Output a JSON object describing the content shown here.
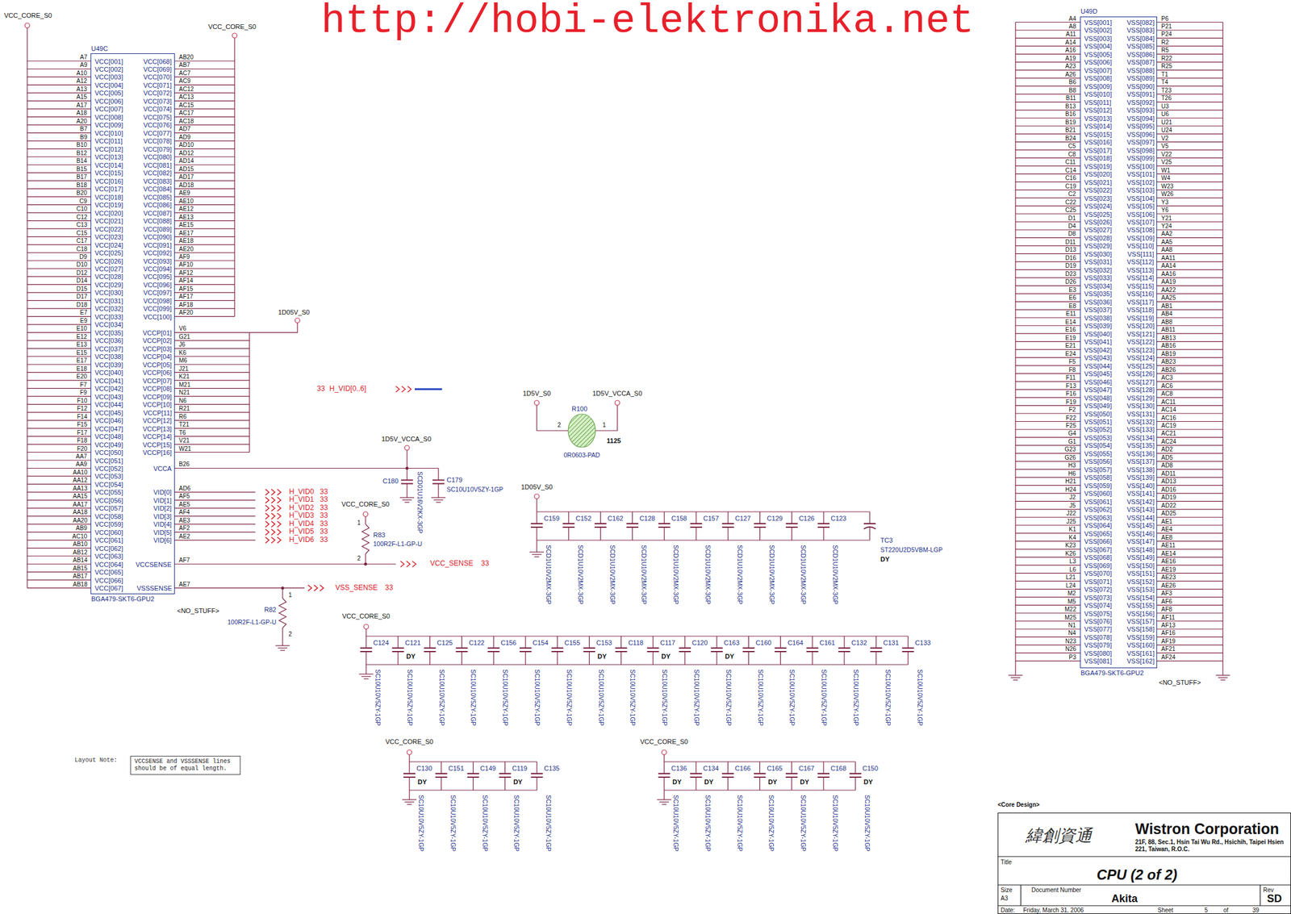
{
  "diagram": {
    "nodes": [
      {
        "text": [
          "U49C",
          "VCC[001]",
          "VCC[002]",
          "VCC[003]",
          "VCC[004]",
          "VCC[005]",
          "VCC[006]",
          "VCC[007]",
          "VCC[008]",
          "VCC[009]",
          "VCC[010]",
          "VCC[011]",
          "VCC[012]",
          "VCC[013]",
          "VCC[014]",
          "VCC[015]",
          "VCC[016]",
          "VCC[017]",
          "VCC[018]",
          "VCC[019]",
          "VCC[020]",
          "VCC[021]",
          "VCC[022]",
          "VCC[023]",
          "VCC[024]",
          "VCC[025]",
          "VCC[026]",
          "VCC[027]",
          "VCC[028]",
          "VCC[029]",
          "VCC[030]",
          "VCC[031]",
          "VCC[032]",
          "VCC[033]",
          "VCC[034]",
          "VCC[035]",
          "VCC[036]",
          "VCC[037]",
          "VCC[038]",
          "VCC[039]",
          "VCC[040]",
          "VCC[041]",
          "VCC[042]",
          "VCC[043]",
          "VCC[044]",
          "VCC[045]",
          "VCC[046]",
          "VCC[047]",
          "VCC[048]",
          "VCC[049]",
          "VCC[050]",
          "VCC[051]",
          "VCC[052]",
          "VCC[053]",
          "VCC[054]",
          "VCC[055]",
          "VCC[056]",
          "VCC[057]",
          "VCC[058]",
          "VCC[059]",
          "VCC[060]",
          "VCC[061]",
          "VCC[062]",
          "VCC[063]",
          "VCC[064]",
          "VCC[065]",
          "VCC[066]",
          "VCC[067]",
          "VCC[068]",
          "VCC[069]",
          "VCC[070]",
          "VCC[071]",
          "VCC[072]",
          "VCC[073]",
          "VCC[074]",
          "VCC[075]",
          "VCC[076]",
          "VCC[077]",
          "VCC[078]",
          "VCC[079]",
          "VCC[080]",
          "VCC[081]",
          "VCC[082]",
          "VCC[083]",
          "VCC[084]",
          "VCC[085]",
          "VCC[086]",
          "VCC[087]",
          "VCC[088]",
          "VCC[089]",
          "VCC[090]",
          "VCC[091]",
          "VCC[092]",
          "VCC[093]",
          "VCC[094]",
          "VCC[095]",
          "VCC[096]",
          "VCC[097]",
          "VCC[098]",
          "VCC[099]",
          "VCC[100]",
          "VCCP[01]",
          "VCCP[02]",
          "VCCP[03]",
          "VCCP[04]",
          "VCCP[05]",
          "VCCP[06]",
          "VCCP[07]",
          "VCCP[08]",
          "VCCP[09]",
          "VCCP[10]",
          "VCCP[11]",
          "VCCP[12]",
          "VCCP[13]",
          "VCCP[14]",
          "VCCP[15]",
          "VCCP[16]",
          "VCCA",
          "VID[0]",
          "VID[1]",
          "VID[2]",
          "VID[3]",
          "VID[4]",
          "VID[5]",
          "VID[6]",
          "VCCSENSE",
          "VSSSENSE",
          "BGA479-SKT6-GPU2"
        ]
      },
      {
        "text": [
          "U49D",
          "VSS[001]",
          "VSS[002]",
          "VSS[003]",
          "VSS[004]",
          "VSS[005]",
          "VSS[006]",
          "VSS[007]",
          "VSS[008]",
          "VSS[009]",
          "VSS[010]",
          "VSS[011]",
          "VSS[012]",
          "VSS[013]",
          "VSS[014]",
          "VSS[015]",
          "VSS[016]",
          "VSS[017]",
          "VSS[018]",
          "VSS[019]",
          "VSS[020]",
          "VSS[021]",
          "VSS[022]",
          "VSS[023]",
          "VSS[024]",
          "VSS[025]",
          "VSS[026]",
          "VSS[027]",
          "VSS[028]",
          "VSS[029]",
          "VSS[030]",
          "VSS[031]",
          "VSS[032]",
          "VSS[033]",
          "VSS[034]",
          "VSS[035]",
          "VSS[036]",
          "VSS[037]",
          "VSS[038]",
          "VSS[039]",
          "VSS[040]",
          "VSS[041]",
          "VSS[042]",
          "VSS[043]",
          "VSS[044]",
          "VSS[045]",
          "VSS[046]",
          "VSS[047]",
          "VSS[048]",
          "VSS[049]",
          "VSS[050]",
          "VSS[051]",
          "VSS[052]",
          "VSS[053]",
          "VSS[054]",
          "VSS[055]",
          "VSS[056]",
          "VSS[057]",
          "VSS[058]",
          "VSS[059]",
          "VSS[060]",
          "VSS[061]",
          "VSS[062]",
          "VSS[063]",
          "VSS[064]",
          "VSS[065]",
          "VSS[066]",
          "VSS[067]",
          "VSS[068]",
          "VSS[069]",
          "VSS[070]",
          "VSS[071]",
          "VSS[072]",
          "VSS[073]",
          "VSS[074]",
          "VSS[075]",
          "VSS[076]",
          "VSS[077]",
          "VSS[078]",
          "VSS[079]",
          "VSS[080]",
          "VSS[081]",
          "VSS[082]",
          "VSS[083]",
          "VSS[084]",
          "VSS[085]",
          "VSS[086]",
          "VSS[087]",
          "VSS[088]",
          "VSS[089]",
          "VSS[090]",
          "VSS[091]",
          "VSS[092]",
          "VSS[093]",
          "VSS[094]",
          "VSS[095]",
          "VSS[096]",
          "VSS[097]",
          "VSS[098]",
          "VSS[099]",
          "VSS[100]",
          "VSS[101]",
          "VSS[102]",
          "VSS[103]",
          "VSS[104]",
          "VSS[105]",
          "VSS[106]",
          "VSS[107]",
          "VSS[108]",
          "VSS[109]",
          "VSS[110]",
          "VSS[111]",
          "VSS[112]",
          "VSS[113]",
          "VSS[114]",
          "VSS[115]",
          "VSS[116]",
          "VSS[117]",
          "VSS[118]",
          "VSS[119]",
          "VSS[120]",
          "VSS[121]",
          "VSS[122]",
          "VSS[123]",
          "VSS[124]",
          "VSS[125]",
          "VSS[126]",
          "VSS[127]",
          "VSS[128]",
          "VSS[129]",
          "VSS[130]",
          "VSS[131]",
          "VSS[132]",
          "VSS[133]",
          "VSS[134]",
          "VSS[135]",
          "VSS[136]",
          "VSS[137]",
          "VSS[138]",
          "VSS[139]",
          "VSS[140]",
          "VSS[141]",
          "VSS[142]",
          "VSS[143]",
          "VSS[144]",
          "VSS[145]",
          "VSS[146]",
          "VSS[147]",
          "VSS[148]",
          "VSS[149]",
          "VSS[150]",
          "VSS[151]",
          "VSS[152]",
          "VSS[153]",
          "VSS[154]",
          "VSS[155]",
          "VSS[156]",
          "VSS[157]",
          "VSS[158]",
          "VSS[159]",
          "VSS[160]",
          "VSS[161]",
          "VSS[162]",
          "BGA479-SKT6-GPU2"
        ]
      },
      {
        "text": [
          "VCCSENSE and VSSSENSE lines should be of equal length."
        ]
      },
      {
        "text": [
          "緯創資通",
          "Wistron Corporation",
          "21F, 88, Sec.1, Hsin Tai Wu Rd., Hsichih, Taipei Hsien 221, Taiwan, R.O.C.",
          "Title",
          "CPU (2 of 2)",
          "Size",
          "A3",
          "Document Number",
          "Akita",
          "Rev",
          "SD",
          "Date:",
          "Friday, March 31, 2006",
          "Sheet",
          "5",
          "of",
          "39"
        ]
      }
    ],
    "labels": [
      "http://hobi-elektronika.net",
      "VCC_CORE_S0",
      "VCC_CORE_S0",
      "A7",
      "A9",
      "A10",
      "A12",
      "A13",
      "A15",
      "A17",
      "A18",
      "A20",
      "B7",
      "B9",
      "B10",
      "B12",
      "B14",
      "B15",
      "B17",
      "B18",
      "B20",
      "C9",
      "C10",
      "C12",
      "C13",
      "C15",
      "C17",
      "C18",
      "D9",
      "D10",
      "D12",
      "D14",
      "D15",
      "D17",
      "D18",
      "E7",
      "E9",
      "E10",
      "E12",
      "E13",
      "E15",
      "E17",
      "E18",
      "E20",
      "F7",
      "F9",
      "F10",
      "F12",
      "F14",
      "F15",
      "F17",
      "F18",
      "F20",
      "AA7",
      "AA9",
      "AA10",
      "AA12",
      "AA13",
      "AA15",
      "AA17",
      "AA18",
      "AA20",
      "AB9",
      "AC10",
      "AB10",
      "AB12",
      "AB14",
      "AB15",
      "AB17",
      "AB18",
      "AB20",
      "AB7",
      "AC7",
      "AC9",
      "AC12",
      "AC13",
      "AC15",
      "AC17",
      "AC18",
      "AD7",
      "AD9",
      "AD10",
      "AD12",
      "AD14",
      "AD15",
      "AD17",
      "AD18",
      "AE9",
      "AE10",
      "AE12",
      "AE13",
      "AE15",
      "AE17",
      "AE18",
      "AE20",
      "AF9",
      "AF10",
      "AF12",
      "AF14",
      "AF15",
      "AF17",
      "AF18",
      "AF20",
      "V6",
      "G21",
      "J6",
      "K6",
      "M6",
      "J21",
      "K21",
      "M21",
      "N21",
      "N6",
      "R21",
      "R6",
      "T21",
      "T6",
      "V21",
      "W21",
      "B26",
      "AD6",
      "AF5",
      "AE5",
      "AF4",
      "AE3",
      "AF2",
      "AE2",
      "AF7",
      "AE7",
      "1D05V_S0",
      "33",
      "H_VID[0..6]",
      "H_VID0",
      "33",
      "H_VID1",
      "33",
      "H_VID2",
      "33",
      "H_VID3",
      "33",
      "H_VID4",
      "33",
      "H_VID5",
      "33",
      "H_VID6",
      "33",
      "VCC_SENSE",
      "33",
      "VSS_SENSE",
      "33",
      "VCC_CORE_S0",
      "1",
      "R83",
      "100R2F-L1-GP-U",
      "2",
      "<NO_STUFF>",
      "1",
      "R82",
      "100R2F-L1-GP-U",
      "2",
      "1D5V_VCCA_S0",
      "C180",
      "SCD01U16V2KX-3GP",
      "C179",
      "SC10U10V5ZY-1GP",
      "1D5V_S0",
      "1D5V_VCCA_S0",
      "R100",
      "2",
      "1",
      "0R0603-PAD",
      "1125",
      "1D05V_S0",
      "C159",
      "SCD1U10V2MX-3GP",
      "C152",
      "SCD1U10V2MX-3GP",
      "C162",
      "SCD1U10V2MX-3GP",
      "C128",
      "SCD1U10V2MX-3GP",
      "C158",
      "SCD1U10V2MX-3GP",
      "C157",
      "SCD1U10V2MX-3GP",
      "C127",
      "SCD1U10V2MX-3GP",
      "C129",
      "SCD1U10V2MX-3GP",
      "C126",
      "SCD1U10V2MX-3GP",
      "C123",
      "SCD1U10V2MX-3GP",
      "TC3",
      "ST220U2D5VBM-LGP",
      "DY",
      "VCC_CORE_S0",
      "C124",
      "SC10U10V5ZY-1GP",
      "C121",
      "DY",
      "SC10U10V5ZY-1GP",
      "C125",
      "SC10U10V5ZY-1GP",
      "C122",
      "SC10U10V5ZY-1GP",
      "C156",
      "SC10U10V5ZY-1GP",
      "C154",
      "SC10U10V5ZY-1GP",
      "C155",
      "SC10U10V5ZY-1GP",
      "C153",
      "DY",
      "SC10U10V5ZY-1GP",
      "C118",
      "SC10U10V5ZY-1GP",
      "C117",
      "DY",
      "SC10U10V5ZY-1GP",
      "C120",
      "SC10U10V5ZY-1GP",
      "C163",
      "DY",
      "SC10U10V5ZY-1GP",
      "C160",
      "SC10U10V5ZY-1GP",
      "C164",
      "SC10U10V5ZY-1GP",
      "C161",
      "SC10U10V5ZY-1GP",
      "C132",
      "SC10U10V5ZY-1GP",
      "C131",
      "SC10U10V5ZY-1GP",
      "C133",
      "SC10U10V5ZY-1GP",
      "VCC_CORE_S0",
      "C130",
      "DY",
      "SC10U10V5ZY-1GP",
      "C151",
      "SC10U10V5ZY-1GP",
      "C149",
      "SC10U10V5ZY-1GP",
      "C119",
      "DY",
      "SC10U10V5ZY-1GP",
      "C135",
      "SC10U10V5ZY-1GP",
      "VCC_CORE_S0",
      "C136",
      "DY",
      "SC10U10V5ZY-1GP",
      "C134",
      "DY",
      "SC10U10V5ZY-1GP",
      "C166",
      "SC10U10V5ZY-1GP",
      "C165",
      "DY",
      "SC10U10V5ZY-1GP",
      "C167",
      "DY",
      "SC10U10V5ZY-1GP",
      "C168",
      "SC10U10V5ZY-1GP",
      "C150",
      "DY",
      "SC10U10V5ZY-1GP",
      "Layout Note:",
      "A4",
      "A8",
      "A11",
      "A14",
      "A16",
      "A19",
      "A23",
      "A26",
      "B6",
      "B8",
      "B11",
      "B13",
      "B16",
      "B19",
      "B21",
      "B24",
      "C5",
      "C8",
      "C11",
      "C14",
      "C16",
      "C19",
      "C2",
      "C22",
      "C25",
      "D1",
      "D4",
      "D8",
      "D11",
      "D13",
      "D16",
      "D19",
      "D23",
      "D26",
      "E3",
      "E6",
      "E8",
      "E11",
      "E14",
      "E16",
      "E19",
      "E21",
      "E24",
      "F5",
      "F8",
      "F11",
      "F13",
      "F16",
      "F19",
      "F2",
      "F22",
      "F25",
      "G4",
      "G1",
      "G23",
      "G26",
      "H3",
      "H6",
      "H21",
      "H24",
      "J2",
      "J5",
      "J22",
      "J25",
      "K1",
      "K4",
      "K23",
      "K26",
      "L3",
      "L6",
      "L21",
      "L24",
      "M2",
      "M5",
      "M22",
      "M25",
      "N1",
      "N4",
      "N23",
      "N26",
      "P3",
      "P6",
      "P21",
      "P24",
      "R2",
      "R5",
      "R22",
      "R25",
      "T1",
      "T4",
      "T23",
      "T26",
      "U3",
      "U6",
      "U21",
      "U24",
      "V2",
      "V5",
      "V22",
      "V25",
      "W1",
      "W4",
      "W23",
      "W26",
      "Y3",
      "Y6",
      "Y21",
      "Y24",
      "AA2",
      "AA5",
      "AA8",
      "AA11",
      "AA14",
      "AA16",
      "AA19",
      "AA22",
      "AA25",
      "AB1",
      "AB4",
      "AB8",
      "AB11",
      "AB13",
      "AB16",
      "AB19",
      "AB23",
      "AB26",
      "AC3",
      "AC6",
      "AC8",
      "AC11",
      "AC14",
      "AC16",
      "AC19",
      "AC21",
      "AC24",
      "AD2",
      "AD5",
      "AD8",
      "AD11",
      "AD13",
      "AD16",
      "AD19",
      "AD22",
      "AD25",
      "AE1",
      "AE4",
      "AE8",
      "AE11",
      "AE14",
      "AE16",
      "AE19",
      "AE23",
      "AE26",
      "AF3",
      "AF6",
      "AF8",
      "AF11",
      "AF13",
      "AF16",
      "AF19",
      "AF21",
      "AF24",
      "<NO_STUFF>",
      "<Core Design>"
    ]
  }
}
